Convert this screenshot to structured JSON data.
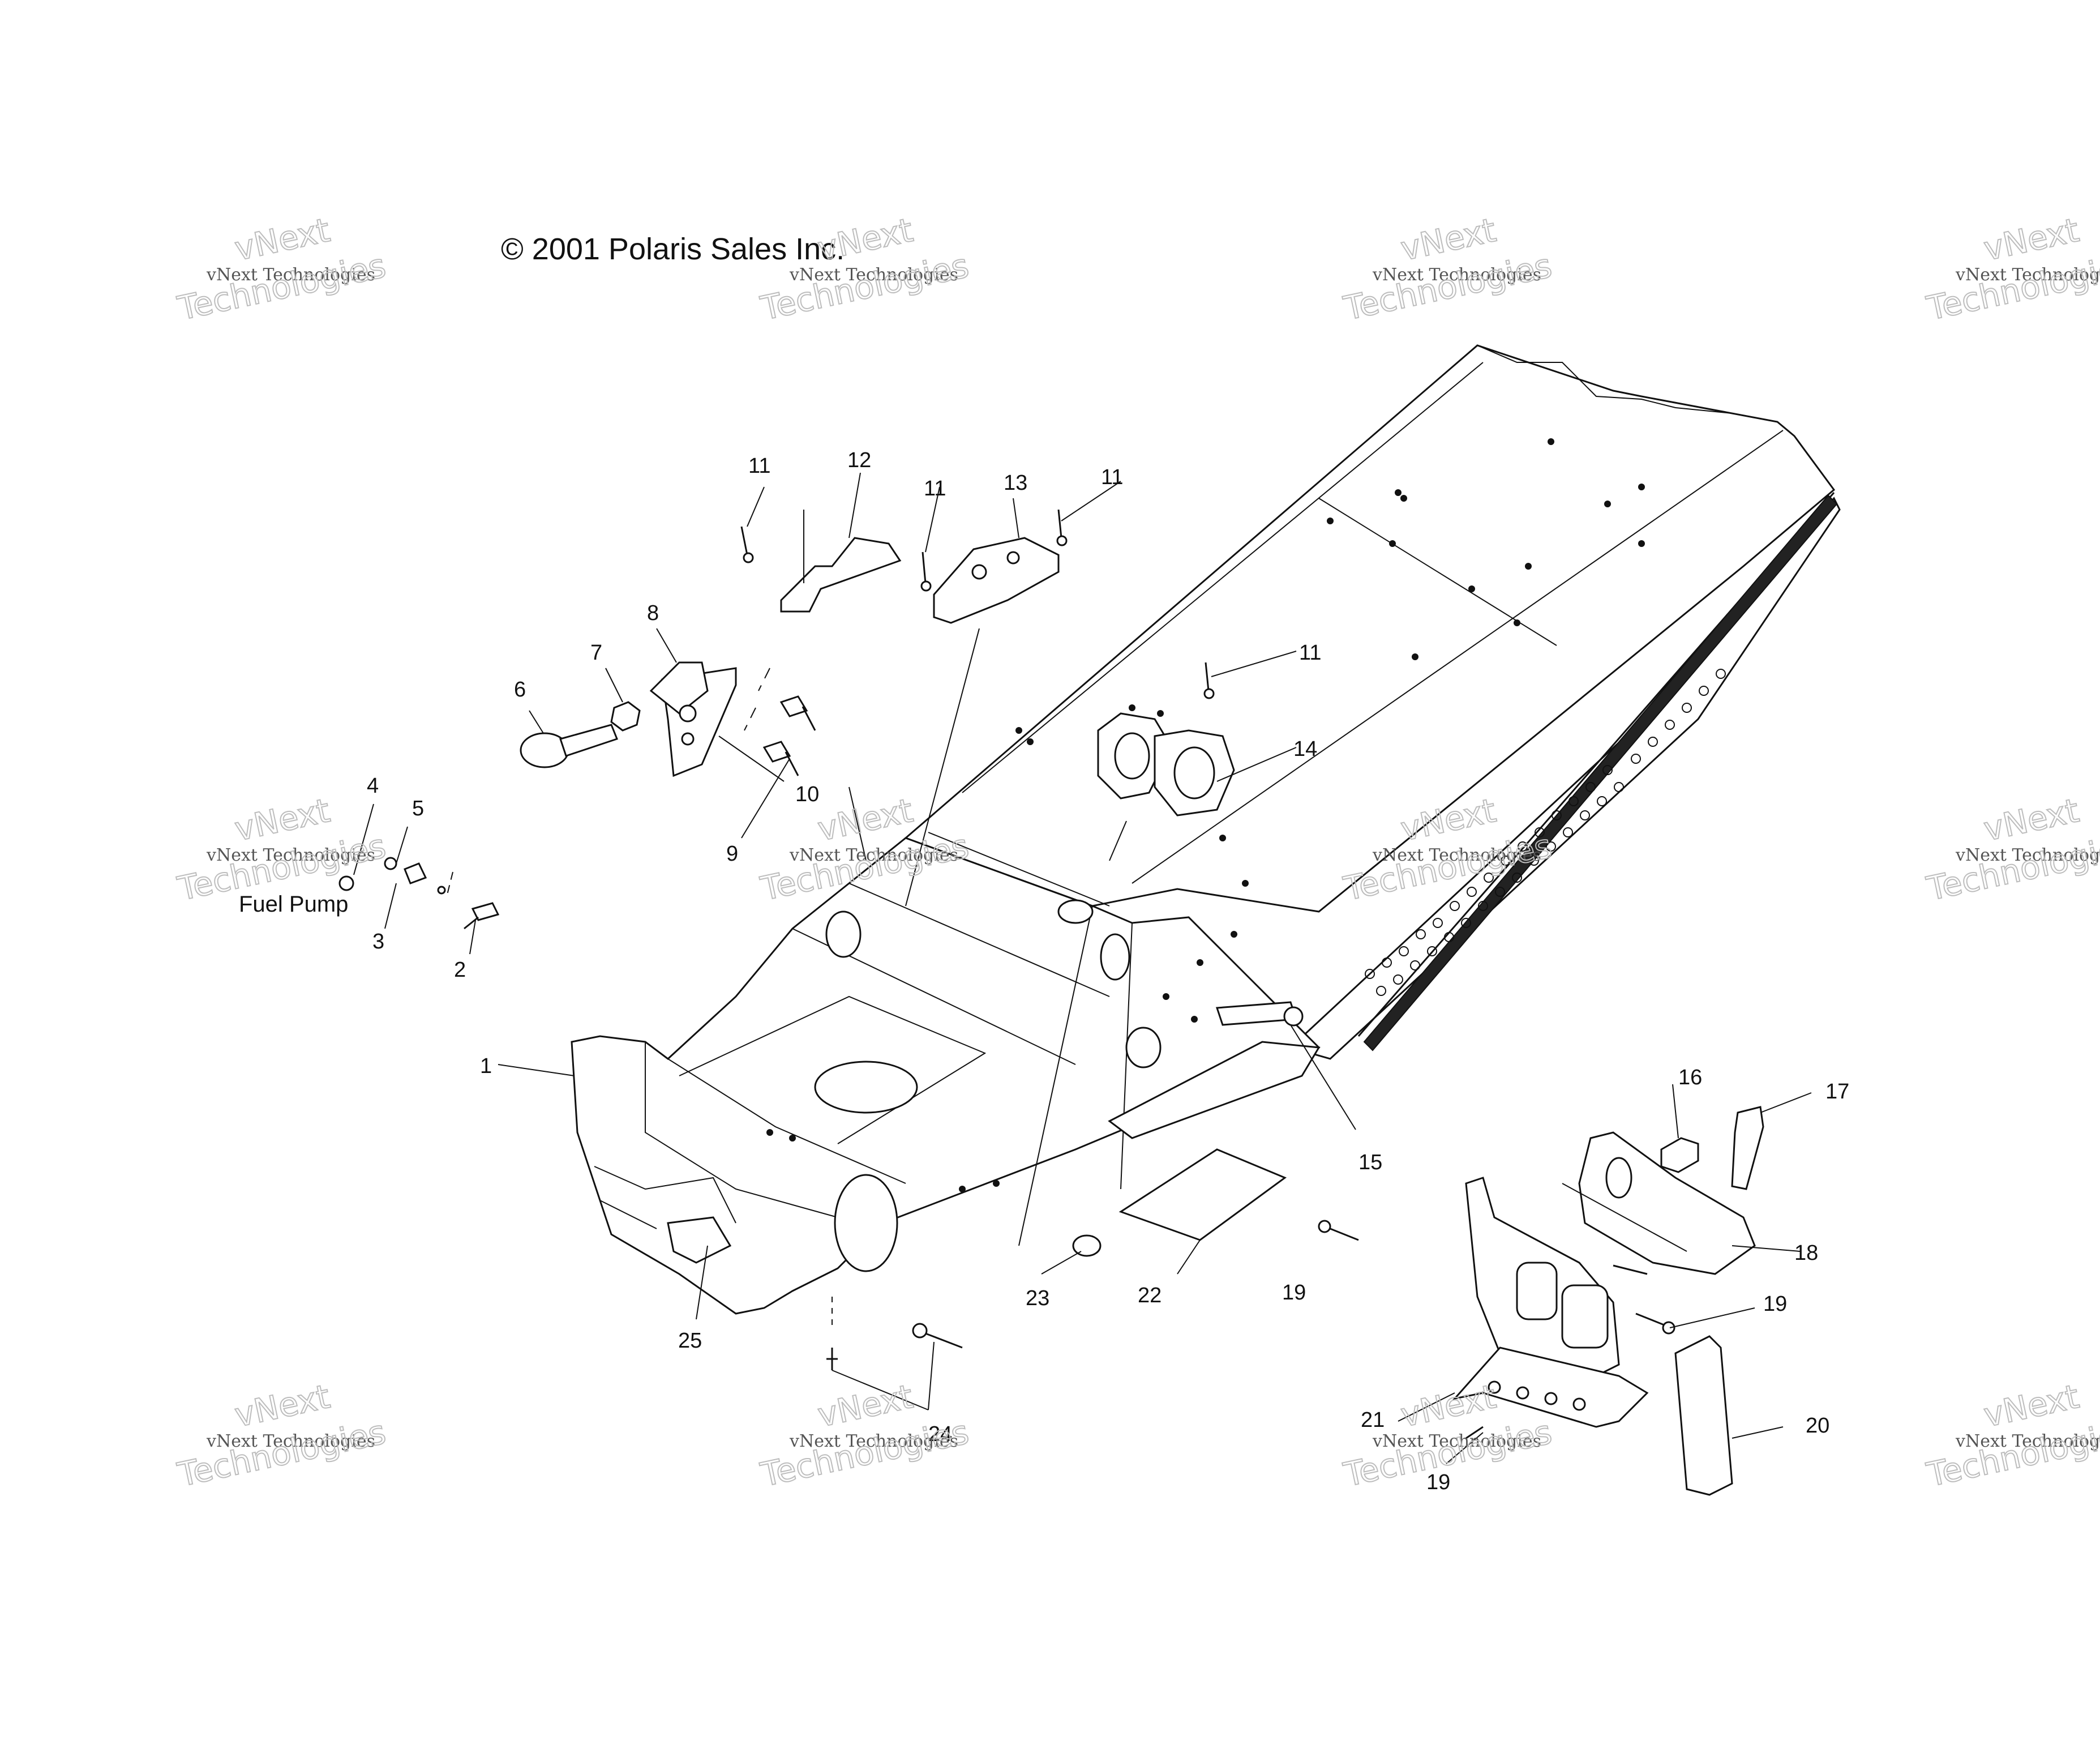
{
  "copyright": "© 2001 Polaris Sales Inc.",
  "part_label": "Fuel Pump",
  "watermark": {
    "line1": "vNext Technologies",
    "line2": "vNext",
    "line3": "Technologies"
  },
  "callouts": [
    "1",
    "2",
    "3",
    "4",
    "5",
    "6",
    "7",
    "8",
    "9",
    "10",
    "11",
    "11",
    "11",
    "11",
    "12",
    "13",
    "14",
    "15",
    "16",
    "17",
    "18",
    "19",
    "19",
    "19",
    "20",
    "21",
    "22",
    "23",
    "24",
    "25"
  ]
}
